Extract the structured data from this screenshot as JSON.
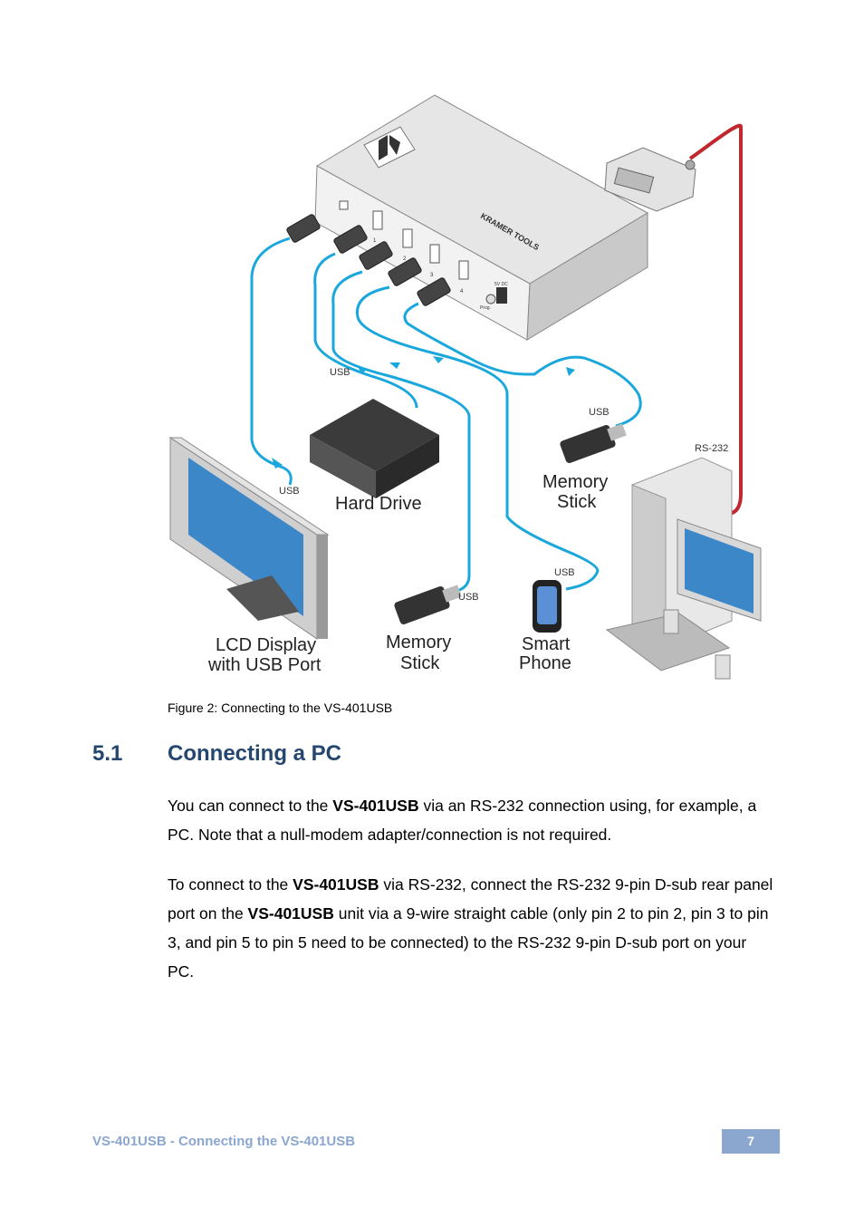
{
  "figure": {
    "device_brand_text": "KRAMER TOOLS",
    "usb_labels": [
      "USB",
      "USB",
      "USB",
      "USB",
      "USB"
    ],
    "rs232_label": "RS-232",
    "devices": {
      "hard_drive": "Hard Drive",
      "memory_stick_top": [
        "Memory",
        "Stick"
      ],
      "memory_stick_bottom": [
        "Memory",
        "Stick"
      ],
      "smart_phone": [
        "Smart",
        "Phone"
      ],
      "lcd_display": [
        "LCD Display",
        "with USB Port"
      ]
    },
    "port_labels": [
      "1",
      "2",
      "3",
      "4"
    ],
    "power_label": "5V DC",
    "reset_label": "Prog."
  },
  "caption": "Figure 2: Connecting to the VS-401USB",
  "section": {
    "number": "5.1",
    "title": "Connecting a PC"
  },
  "paragraph1": {
    "pre": "You can connect to the ",
    "bold": "VS-401USB",
    "post": " via an RS-232 connection using, for example, a PC. Note that a null-modem adapter/connection is not required."
  },
  "paragraph2": {
    "a": "To connect to the ",
    "b": "VS-401USB",
    "c": " via RS-232, connect the RS-232 9-pin D-sub rear panel port on the ",
    "d": "VS-401USB",
    "e": " unit via a 9-wire straight cable (only pin 2 to pin 2, pin 3 to pin 3, and pin 5 to pin 5 need to be connected) to the RS-232 9-pin D-sub port on your PC."
  },
  "footer": {
    "text": "VS-401USB - Connecting the VS-401USB",
    "page_number": "7"
  },
  "colors": {
    "usb_cable": "#1aa7dc",
    "rs232_cable": "#c0282d",
    "heading": "#24466f",
    "footer_accent": "#8ba6cf"
  }
}
